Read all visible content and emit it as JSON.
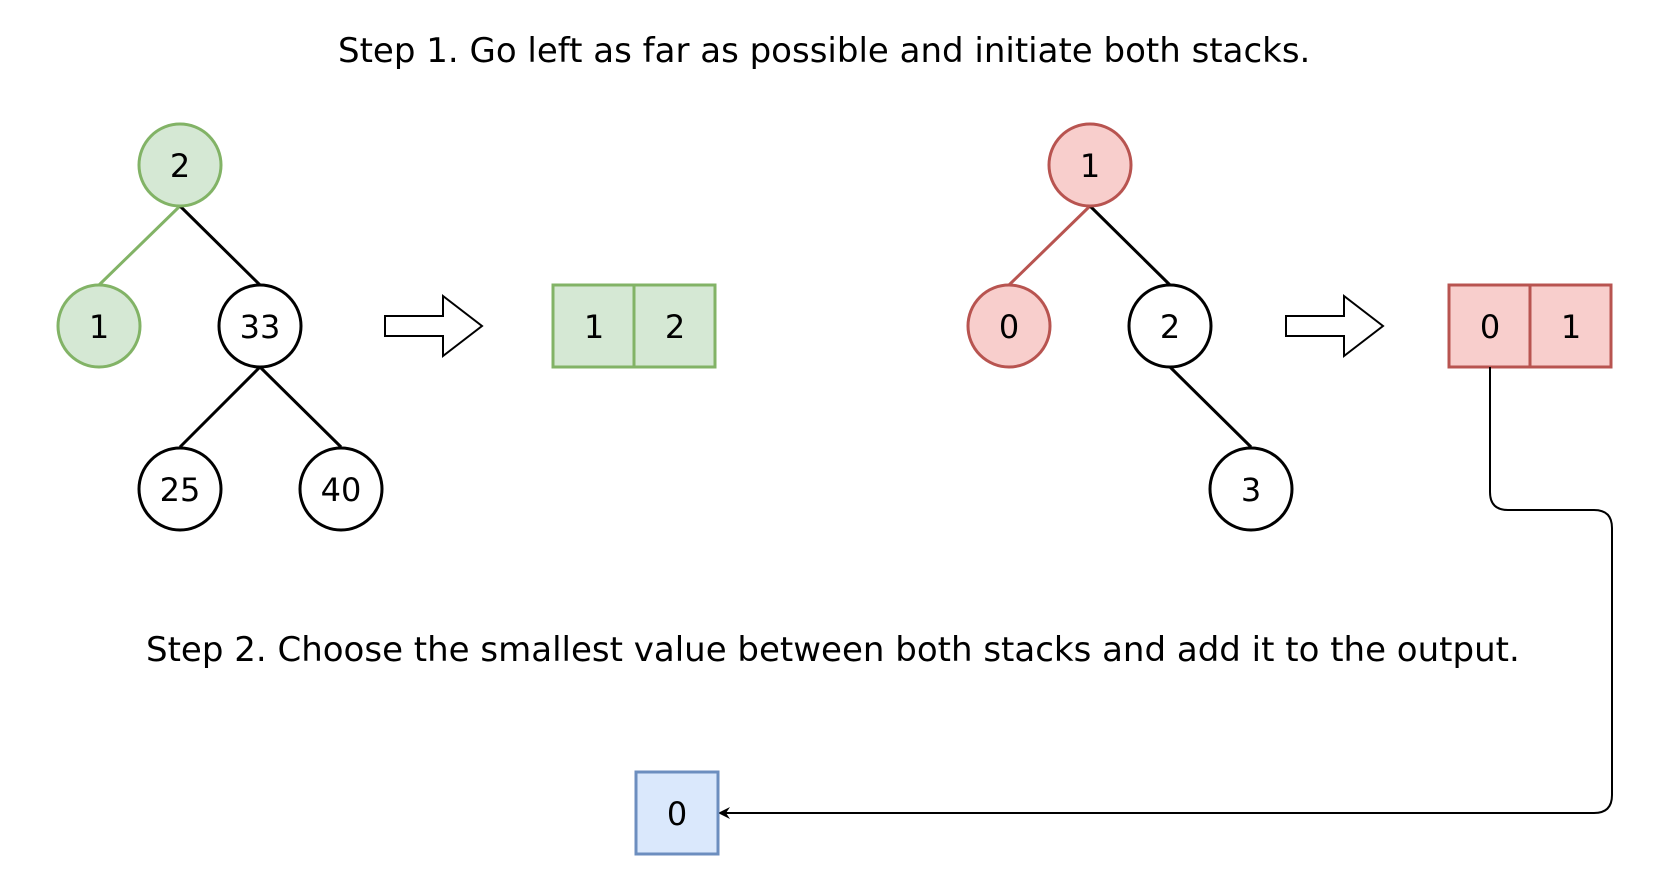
{
  "steps": {
    "step1": "Step 1. Go left as far as possible and initiate both stacks.",
    "step2": "Step 2. Choose the smallest value between both stacks and add it to the output."
  },
  "colors": {
    "green_fill": "#d5e8d4",
    "green_stroke": "#82b366",
    "red_fill": "#f8cecc",
    "red_stroke": "#b85450",
    "blue_fill": "#dae8fc",
    "blue_stroke": "#6c8ebf",
    "default_stroke": "#000000"
  },
  "tree1": {
    "nodes": [
      "2",
      "1",
      "33",
      "25",
      "40"
    ],
    "stack": [
      "1",
      "2"
    ]
  },
  "tree2": {
    "nodes": [
      "1",
      "0",
      "2",
      "3"
    ],
    "stack": [
      "0",
      "1"
    ]
  },
  "output": {
    "values": [
      "0"
    ]
  }
}
